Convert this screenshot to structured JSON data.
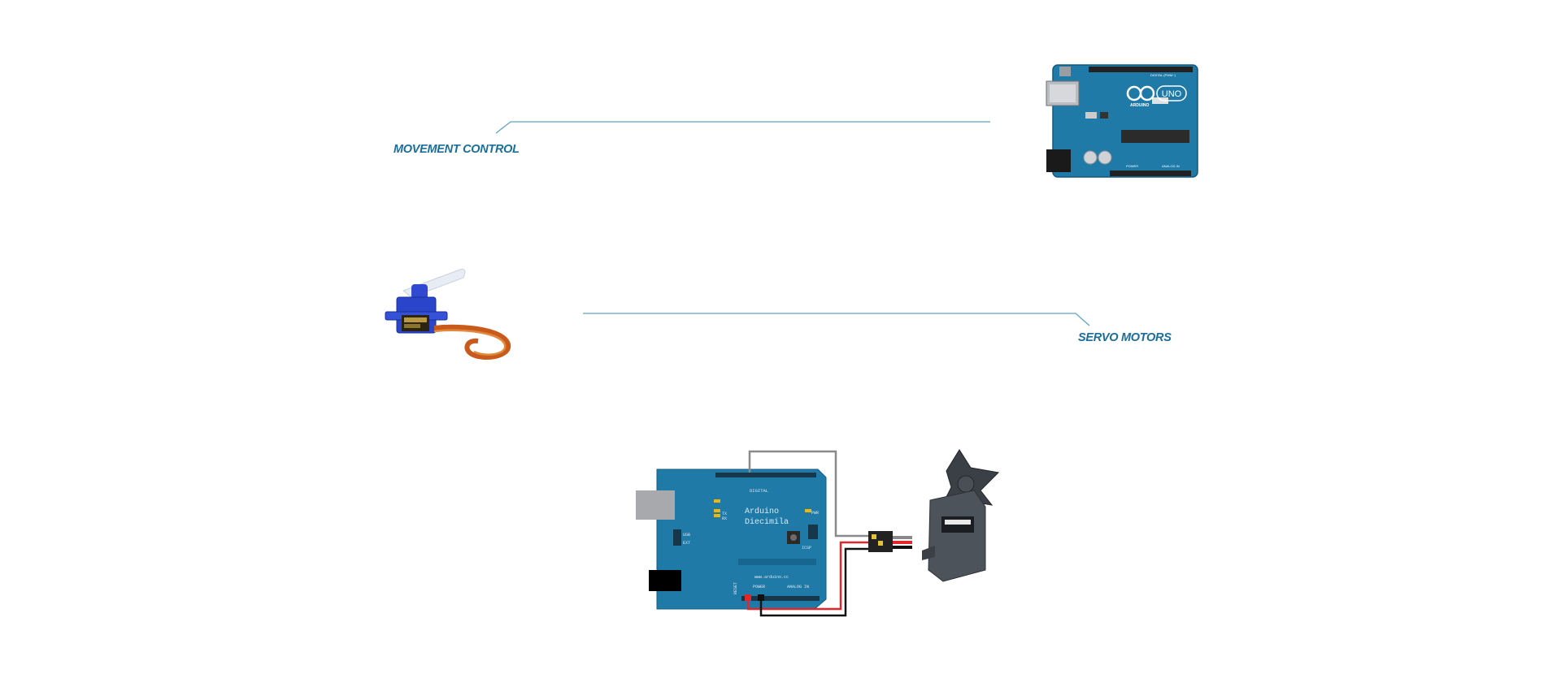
{
  "callouts": {
    "movement_control": "MOVEMENT CONTROL",
    "servo_motors": "SERVO MOTORS"
  },
  "uno_board": {
    "brand_text": "ARDUINO",
    "model_text": "UNO",
    "digital_header_text": "DIGITAL (PWM~)",
    "power_text": "POWER",
    "analog_text": "ANALOG IN"
  },
  "diecimila_board": {
    "name_line1": "Arduino",
    "name_line2": "Diecimila",
    "digital_text": "DIGITAL",
    "usb_text": "USB",
    "ext_text": "EXT",
    "pwr_text": "PWR",
    "icsp_text": "ICSP",
    "tx_text": "TX",
    "rx_text": "RX",
    "site_text": "www.arduino.cc",
    "power_text": "POWER",
    "analog_text": "ANALOG IN",
    "reset_text": "RESET"
  },
  "colors": {
    "accent": "#1b6e9c",
    "leader_line": "#5aa3c8",
    "board_blue": "#1f7aa8",
    "servo_blue": "#2a45c9",
    "wire_red": "#e3262b",
    "wire_black": "#111111",
    "wire_gray": "#8a8a8a"
  }
}
